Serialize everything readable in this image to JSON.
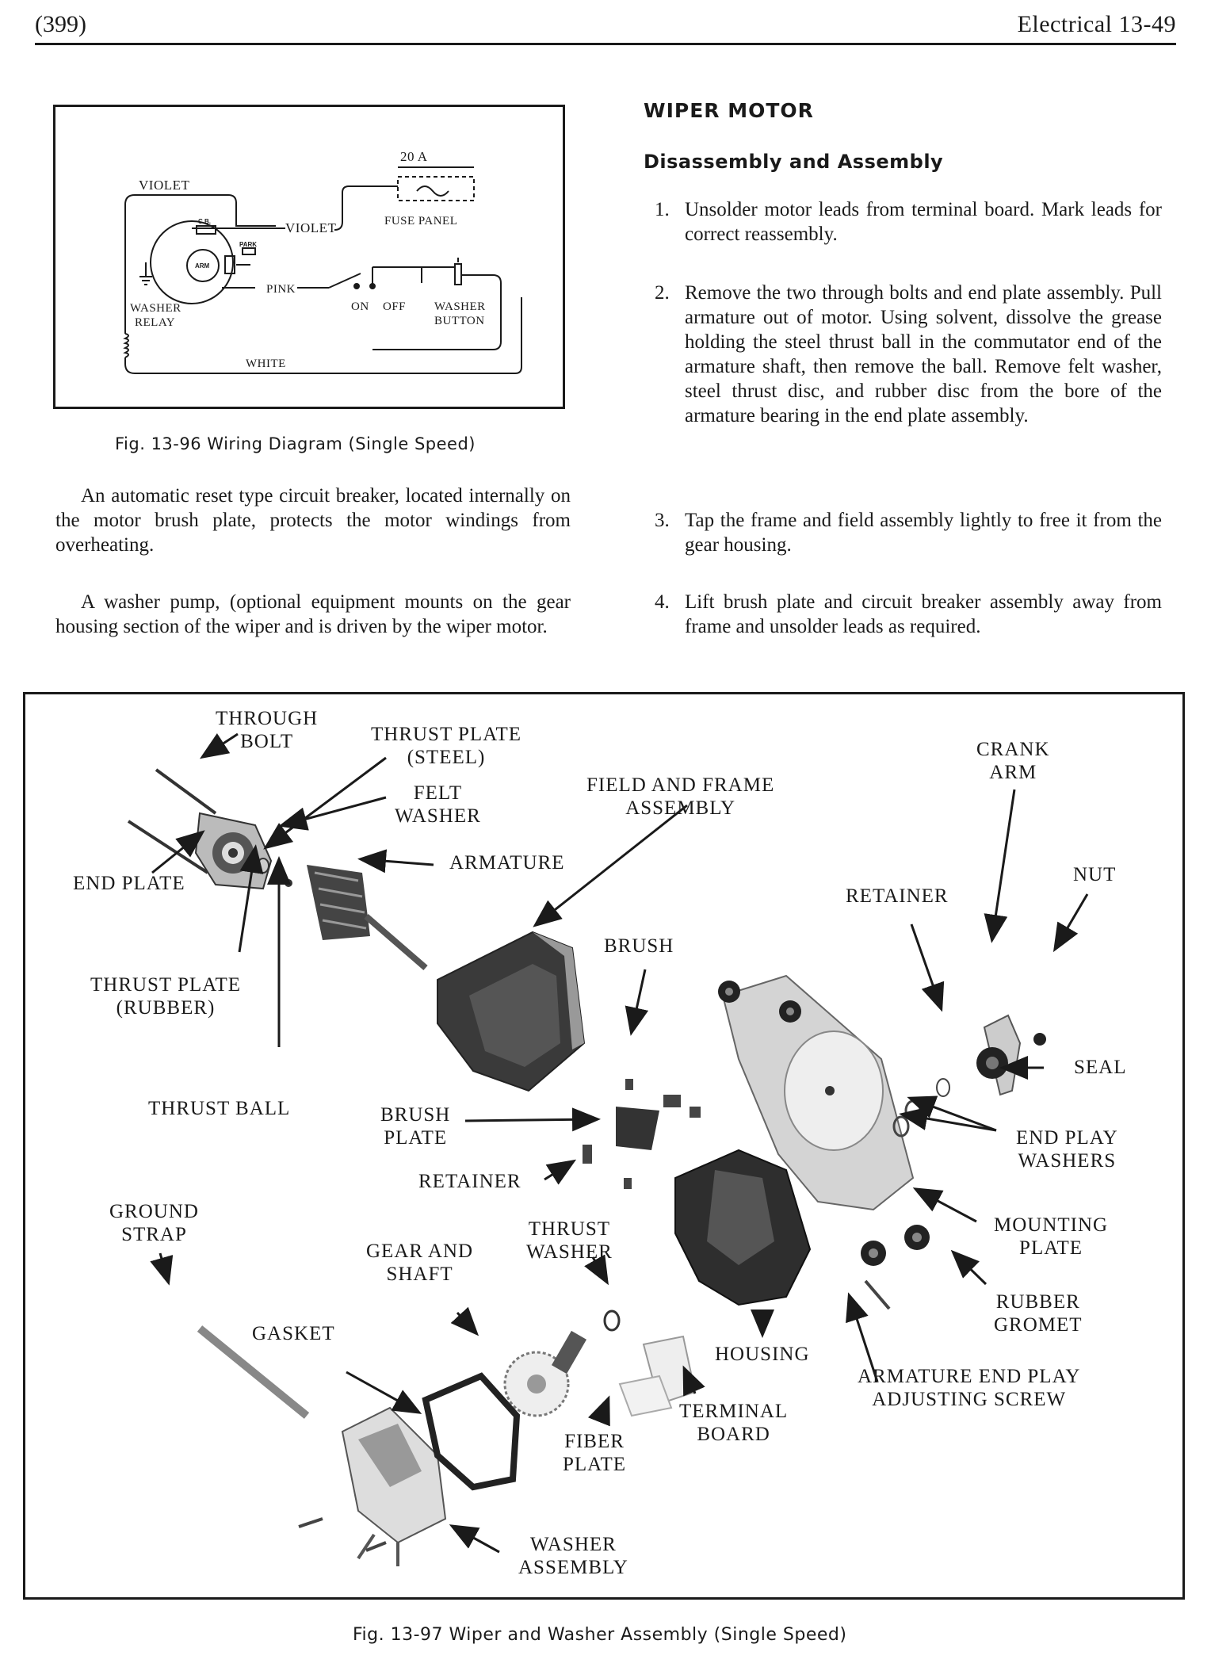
{
  "header": {
    "page_number": "(399)",
    "section": "Electrical  13-49"
  },
  "fig96": {
    "labels": {
      "fuse_rating": "20 A",
      "violet_top": "VIOLET",
      "violet_mid": "VIOLET",
      "fuse_panel": "FUSE PANEL",
      "cb": "C.B.",
      "park": "PARK",
      "arm": "ARM",
      "pink": "PINK",
      "on": "ON",
      "off": "OFF",
      "washer": "WASHER",
      "button": "BUTTON",
      "washer_relay_1": "WASHER",
      "washer_relay_2": "RELAY",
      "white": "WHITE"
    },
    "caption": "Fig. 13-96  Wiring Diagram (Single Speed)"
  },
  "left_column": {
    "paragraphs": [
      "An automatic reset type circuit breaker, located internally on the motor brush plate, protects the motor windings from overheating.",
      "A washer pump, (optional equipment mounts on the gear housing section of the wiper and is driven by the wiper motor."
    ]
  },
  "right_column": {
    "title": "WIPER MOTOR",
    "subtitle": "Disassembly and Assembly",
    "steps": [
      {
        "num": "1.",
        "text": "Unsolder motor leads from terminal board. Mark leads for correct reassembly."
      },
      {
        "num": "2.",
        "text": "Remove the two through bolts and end plate assembly. Pull armature out of motor. Using solvent, dissolve the grease holding the steel thrust ball in the commutator end of the armature shaft, then remove the ball. Remove felt washer, steel thrust disc, and rubber disc from the bore of the armature bearing in the end plate assembly."
      },
      {
        "num": "3.",
        "text": "Tap the frame and field assembly lightly to free it from the gear housing."
      },
      {
        "num": "4.",
        "text": "Lift brush plate and circuit breaker assembly away from frame and unsolder leads as required."
      }
    ]
  },
  "fig97": {
    "labels": {
      "through_bolt": "THROUGH\nBOLT",
      "thrust_plate_steel": "THRUST PLATE\n(STEEL)",
      "felt_washer": "FELT\nWASHER",
      "field_frame": "FIELD AND FRAME\nASSEMBLY",
      "crank_arm": "CRANK\nARM",
      "end_plate": "END PLATE",
      "armature": "ARMATURE",
      "nut": "NUT",
      "retainer_top": "RETAINER",
      "brush": "BRUSH",
      "thrust_plate_rubber": "THRUST PLATE\n(RUBBER)",
      "seal": "SEAL",
      "thrust_ball": "THRUST BALL",
      "brush_plate": "BRUSH\nPLATE",
      "end_play_washers": "END PLAY\nWASHERS",
      "retainer_bottom": "RETAINER",
      "ground_strap": "GROUND\nSTRAP",
      "mounting_plate": "MOUNTING\nPLATE",
      "thrust_washer": "THRUST\nWASHER",
      "gear_shaft": "GEAR AND\nSHAFT",
      "rubber_gromet": "RUBBER\nGROMET",
      "gasket": "GASKET",
      "housing": "HOUSING",
      "armature_end_play": "ARMATURE END PLAY\nADJUSTING SCREW",
      "terminal_board": "TERMINAL\nBOARD",
      "fiber_plate": "FIBER\nPLATE",
      "washer_assembly": "WASHER\nASSEMBLY"
    },
    "caption": "Fig. 13-97  Wiper and Washer Assembly (Single Speed)"
  }
}
